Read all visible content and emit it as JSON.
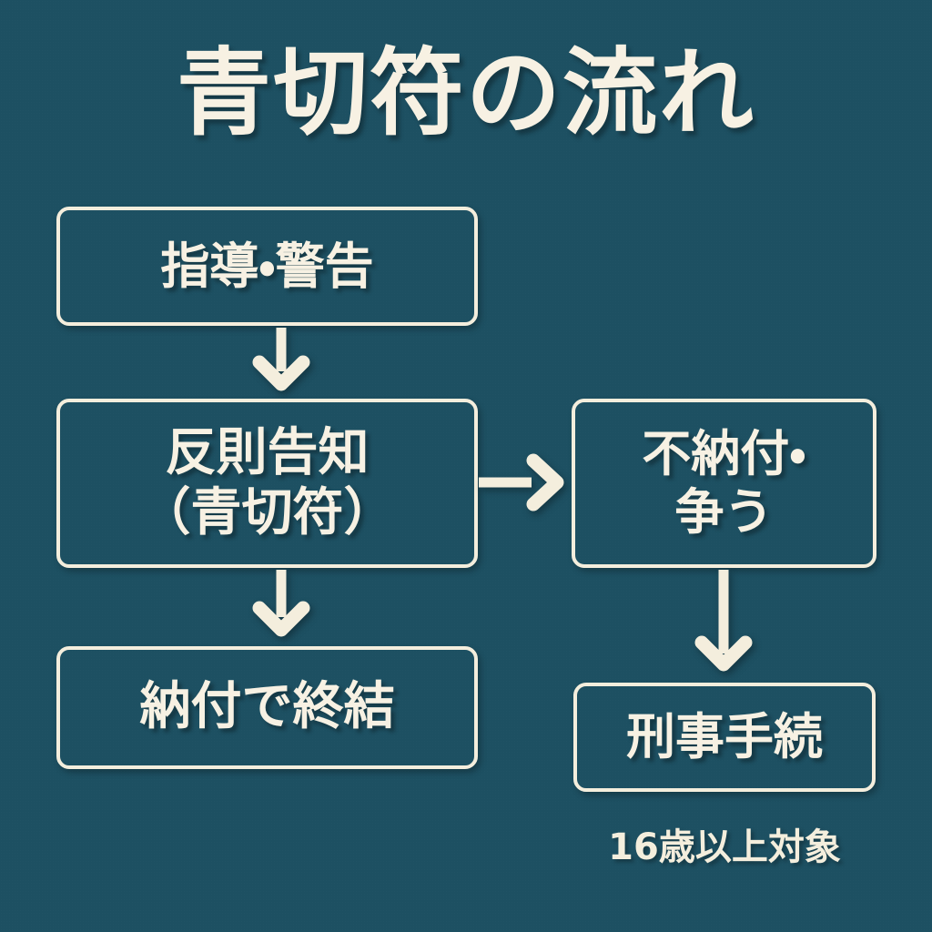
{
  "page": {
    "title": "青切符の流れ",
    "background_color": "#1d5062",
    "ink_color": "#f4eedd"
  },
  "diagram": {
    "type": "flowchart",
    "nodes": [
      {
        "id": "shido",
        "label": "指導・警告",
        "column": "left",
        "order": 1
      },
      {
        "id": "hansoku",
        "label": "反則告知\n（青切符）",
        "column": "left",
        "order": 2
      },
      {
        "id": "nouf",
        "label": "納付で終結",
        "column": "left",
        "order": 3
      },
      {
        "id": "funou",
        "label": "不納付・\n争う",
        "column": "right",
        "order": 1
      },
      {
        "id": "keiji",
        "label": "刑事手続",
        "column": "right",
        "order": 2
      }
    ],
    "edges": [
      {
        "from": "shido",
        "to": "hansoku",
        "direction": "down"
      },
      {
        "from": "hansoku",
        "to": "funou",
        "direction": "right"
      },
      {
        "from": "hansoku",
        "to": "nouf",
        "direction": "down"
      },
      {
        "from": "funou",
        "to": "keiji",
        "direction": "down"
      }
    ],
    "caption": "16歳以上対象"
  }
}
